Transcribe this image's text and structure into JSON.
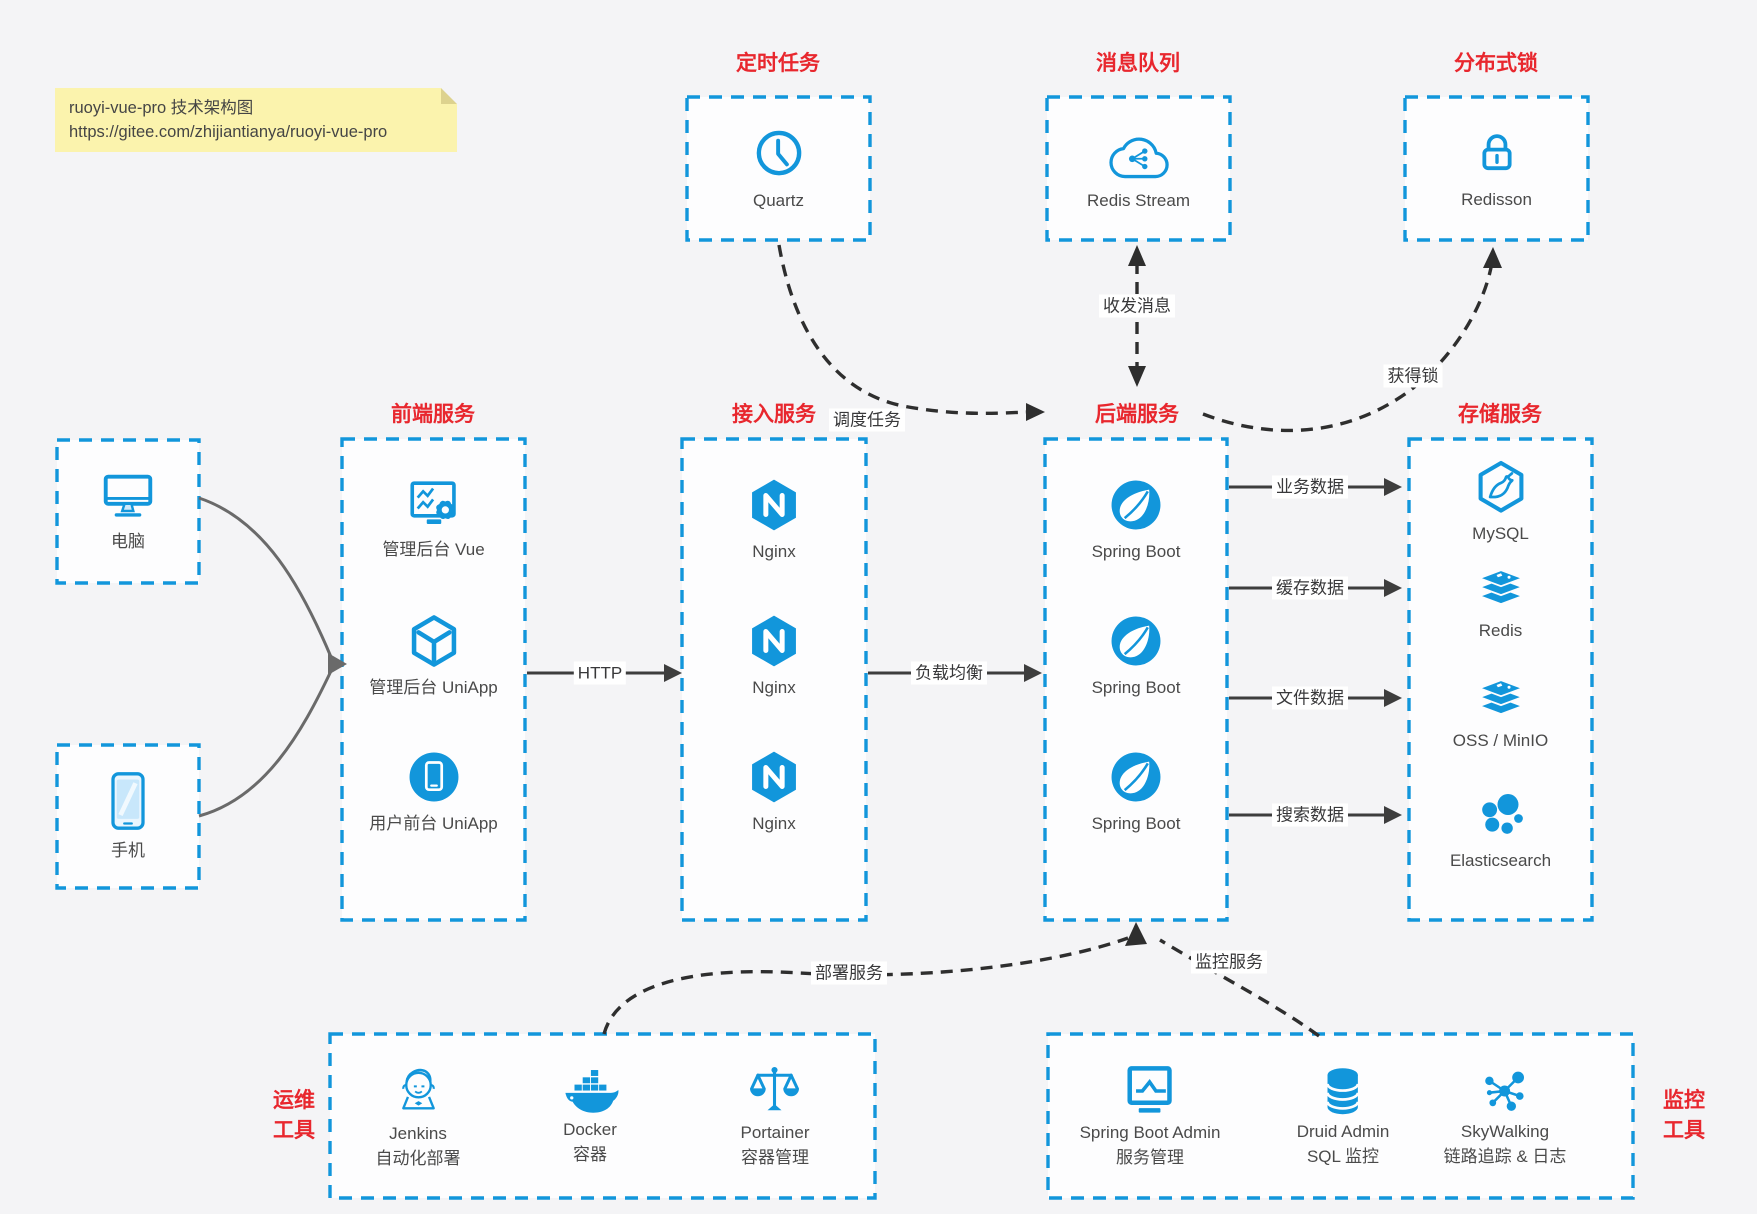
{
  "note": {
    "line1": "ruoyi-vue-pro 技术架构图",
    "line2": "https://gitee.com/zhijiantianya/ruoyi-vue-pro"
  },
  "colors": {
    "accent_blue": "#1296db",
    "title_red": "#e8272e",
    "note_bg": "#fbf3ad",
    "arrow_dark": "#2e2e2e",
    "arrow_gray": "#6a6a6a"
  },
  "clients": {
    "pc": {
      "label": "电脑",
      "icon": "desktop-icon"
    },
    "mobile": {
      "label": "手机",
      "icon": "smartphone-icon"
    }
  },
  "groups": {
    "scheduled": {
      "title": "定时任务",
      "item": {
        "label": "Quartz",
        "icon": "clock-icon"
      }
    },
    "mq": {
      "title": "消息队列",
      "item": {
        "label": "Redis Stream",
        "icon": "cloud-share-icon"
      }
    },
    "lock": {
      "title": "分布式锁",
      "item": {
        "label": "Redisson",
        "icon": "lock-icon"
      }
    },
    "frontend": {
      "title": "前端服务",
      "items": [
        {
          "label": "管理后台 Vue",
          "icon": "admin-dashboard-icon"
        },
        {
          "label": "管理后台 UniApp",
          "icon": "uniapp-cube-icon"
        },
        {
          "label": "用户前台 UniApp",
          "icon": "mobile-app-circle-icon"
        }
      ]
    },
    "gateway": {
      "title": "接入服务",
      "items": [
        {
          "label": "Nginx",
          "icon": "nginx-icon"
        },
        {
          "label": "Nginx",
          "icon": "nginx-icon"
        },
        {
          "label": "Nginx",
          "icon": "nginx-icon"
        }
      ]
    },
    "backend": {
      "title": "后端服务",
      "items": [
        {
          "label": "Spring Boot",
          "icon": "spring-boot-icon"
        },
        {
          "label": "Spring Boot",
          "icon": "spring-boot-icon"
        },
        {
          "label": "Spring Boot",
          "icon": "spring-boot-icon"
        }
      ]
    },
    "storage": {
      "title": "存储服务",
      "items": [
        {
          "label": "MySQL",
          "icon": "mysql-icon"
        },
        {
          "label": "Redis",
          "icon": "redis-stack-icon"
        },
        {
          "label": "OSS / MinIO",
          "icon": "oss-stack-icon"
        },
        {
          "label": "Elasticsearch",
          "icon": "elasticsearch-icon"
        }
      ]
    },
    "devops": {
      "title": "运维工具",
      "title_lines": [
        "运维",
        "工具"
      ],
      "items": [
        {
          "label": "Jenkins",
          "sublabel": "自动化部署",
          "icon": "jenkins-icon"
        },
        {
          "label": "Docker",
          "sublabel": "容器",
          "icon": "docker-icon"
        },
        {
          "label": "Portainer",
          "sublabel": "容器管理",
          "icon": "portainer-scales-icon"
        }
      ]
    },
    "monitoring": {
      "title": "监控工具",
      "title_lines": [
        "监控",
        "工具"
      ],
      "items": [
        {
          "label": "Spring Boot Admin",
          "sublabel": "服务管理",
          "icon": "monitor-chart-icon"
        },
        {
          "label": "Druid Admin",
          "sublabel": "SQL 监控",
          "icon": "database-icon"
        },
        {
          "label": "SkyWalking",
          "sublabel": "链路追踪 & 日志",
          "icon": "topology-icon"
        }
      ]
    }
  },
  "edges": {
    "http": "HTTP",
    "load_balance": "负载均衡",
    "schedule_job": "调度任务",
    "send_receive_message": "收发消息",
    "acquire_lock": "获得锁",
    "business_data": "业务数据",
    "cache_data": "缓存数据",
    "file_data": "文件数据",
    "search_data": "搜索数据",
    "deploy_service": "部署服务",
    "monitor_service": "监控服务"
  }
}
